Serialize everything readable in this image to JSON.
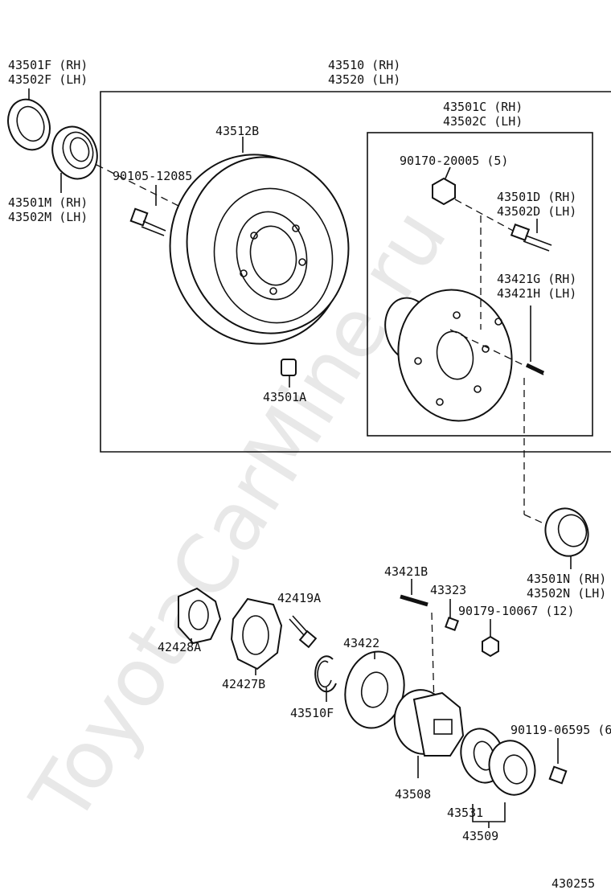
{
  "watermark": "ToyotaCarMine.ru",
  "figure_number": "430255",
  "callouts": {
    "c43501F": "43501F (RH)",
    "c43502F": "43502F (LH)",
    "c43510": "43510 (RH)",
    "c43520": "43520 (LH)",
    "c43501C": "43501C (RH)",
    "c43502C": "43502C (LH)",
    "c43512B": "43512B",
    "c90170": "90170-20005 (5)",
    "c90105": "90105-12085",
    "c43501D": "43501D (RH)",
    "c43502D": "43502D (LH)",
    "c43501M": "43501M (RH)",
    "c43502M": "43502M (LH)",
    "c43421G": "43421G (RH)",
    "c43421H": "43421H (LH)",
    "c43501A": "43501A",
    "c43501N": "43501N (RH)",
    "c43502N": "43502N (LH)",
    "c43421B": "43421B",
    "c43323": "43323",
    "c42419A": "42419A",
    "c90179": "90179-10067 (12)",
    "c42428A": "42428A",
    "c43422": "43422",
    "c42427B": "42427B",
    "c43510F": "43510F",
    "c90119": "90119-06595 (6",
    "c43508": "43508",
    "c43531": "43531",
    "c43509": "43509"
  }
}
